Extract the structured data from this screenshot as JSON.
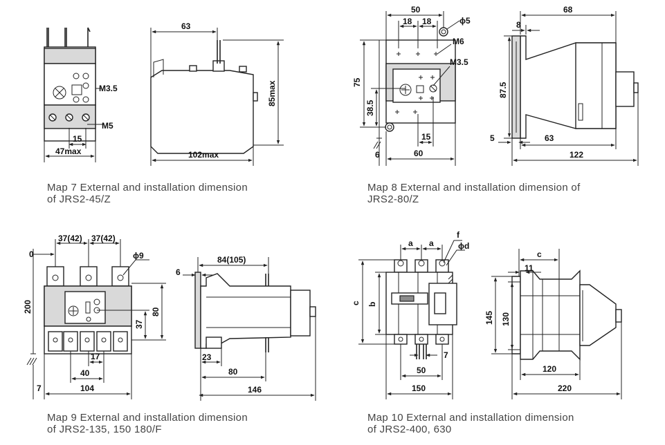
{
  "captions": {
    "map7_line1": "Map 7 External and installation dimension",
    "map7_line2": "of JRS2-45/Z",
    "map8_line1": "Map 8 External and installation dimension of",
    "map8_line2": "JRS2-80/Z",
    "map9_line1": "Map 9 External and installation dimension",
    "map9_line2": "of JRS2-135, 150 180/F",
    "map10_line1": "Map 10 External and installation dimension",
    "map10_line2": "of JRS2-400, 630"
  },
  "map7": {
    "m35": "M3.5",
    "m5": "M5",
    "d15": "15",
    "d47max": "47max",
    "d63": "63",
    "d85max": "85max",
    "d102max": "102max"
  },
  "map8": {
    "d50": "50",
    "d18a": "18",
    "d18b": "18",
    "phi5": "ϕ5",
    "m6": "M6",
    "m35": "M3.5",
    "d75": "75",
    "d385": "38.5",
    "d15": "15",
    "d6": "6",
    "d60": "60",
    "d68": "68",
    "d8": "8",
    "d875": "87.5",
    "d5": "5",
    "d63": "63",
    "d122": "122"
  },
  "map9": {
    "d0": "0",
    "d37a": "37(42)",
    "d37b": "37(42)",
    "phi9": "ϕ9",
    "d200": "200",
    "d37": "37",
    "d80v": "80",
    "d17": "17",
    "d40": "40",
    "d7": "7",
    "d104": "104",
    "d6": "6",
    "d84": "84(105)",
    "d23": "23",
    "d80": "80",
    "d146": "146"
  },
  "map10": {
    "a1": "a",
    "a2": "a",
    "f": "f",
    "phid": "ϕd",
    "c": "c",
    "b": "b",
    "d7": "7",
    "d50": "50",
    "d150": "150",
    "c2": "c",
    "d11": "11",
    "d145": "145",
    "d130": "130",
    "d120": "120",
    "d220": "220"
  },
  "colors": {
    "line": "#222222",
    "shade": "#d9d9d9",
    "caption": "#444444"
  }
}
